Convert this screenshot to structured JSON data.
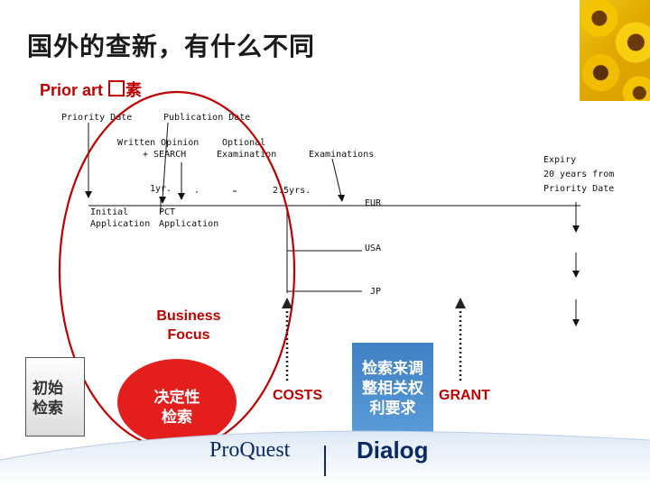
{
  "slide": {
    "title": "国外的查新，有什么不同",
    "subtitle_prefix": "Prior art",
    "subtitle_suffix": "素"
  },
  "timeline": {
    "priority_date": "Priority Date",
    "publication_date": "Publication Date",
    "written_opinion": "Written Opinion",
    "search": "+ SEARCH",
    "optional_line1": "Optional",
    "optional_line2": "Examination",
    "examinations": "Examinations",
    "expiry_line1": "Expiry",
    "expiry_line2": "20 years from",
    "expiry_line3": "Priority Date",
    "one_year": "1yr.",
    "two_half_years": "2.5yrs.",
    "initial_line1": "Initial",
    "initial_line2": "Application",
    "pct_line1": "PCT",
    "pct_line2": "Application",
    "eur": "EUR",
    "usa": "USA",
    "jp": "JP"
  },
  "labels": {
    "business_line1": "Business",
    "business_line2": "Focus",
    "initial_search_line1": "初始",
    "initial_search_line2": "检索",
    "decision_line1": "决定性",
    "decision_line2": "检索",
    "costs": "COSTS",
    "adjust_line1": "检索来调",
    "adjust_line2": "整相关权",
    "adjust_line3": "利要求",
    "grant": "GRANT"
  },
  "footer": {
    "proquest": "ProQuest",
    "dialog": "Dialog"
  },
  "colors": {
    "accent_red": "#c00000",
    "oval_red": "#e41d1d",
    "box_blue": "#4a8ccc",
    "footer_blue": "#0a2a66"
  }
}
